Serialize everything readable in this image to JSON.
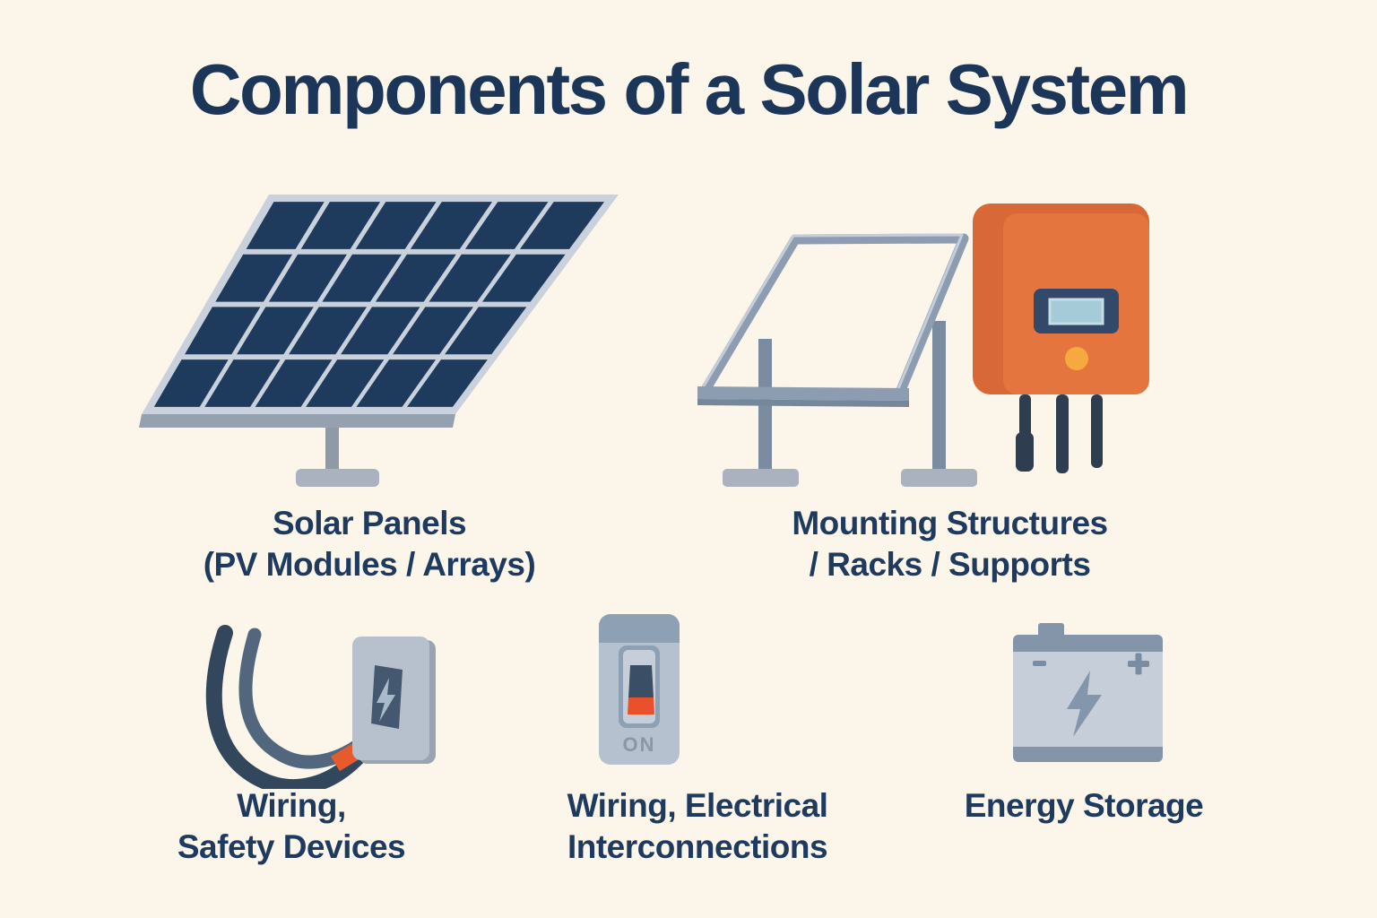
{
  "title": "Components of a Solar System",
  "colors": {
    "background": "#FBF5EA",
    "text_navy": "#1E3A5F",
    "title_navy": "#1C3659",
    "panel_cell_navy": "#1E3A5C",
    "panel_frame_gray": "#C9D1DC",
    "panel_edge_shadow": "#96A1B0",
    "pole_gray": "#8F9AA9",
    "foot_gray": "#A9B2BE",
    "rack_metal_gray": "#8C9DB2",
    "rack_metal_light": "#C5CDD9",
    "rack_metal_dark": "#76869B",
    "leg_gray": "#7B8CA1",
    "inverter_orange": "#E5753F",
    "inverter_orange_dark": "#D96838",
    "screen_bezel_navy": "#33496A",
    "screen_blue": "#A5CBD9",
    "indicator_yellow": "#F6A93E",
    "inverter_cable_navy": "#2E3E50",
    "cable_navy": "#33475C",
    "cable_slate": "#52677D",
    "accent_orange_band": "#E55B2D",
    "plate_gray": "#B7C1CE",
    "plate_side_gray": "#99A4B3",
    "outlet_panel_slate": "#44596F",
    "bolt_light": "#A9BACA",
    "breaker_body": "#B6C1CF",
    "breaker_top_band": "#8DA0B4",
    "toggle_navy": "#3A4F66",
    "toggle_orange": "#E8512B",
    "on_text_gray": "#8A97A7",
    "battery_body": "#C6CEDA",
    "battery_band": "#8495AA",
    "battery_symbol_gray": "#7A8CA2",
    "battery_bolt_gray": "#8496AB"
  },
  "components": [
    {
      "name": "solar-panels",
      "icon": "solar-panel-icon",
      "label_lines": [
        "Solar Panels",
        "(PV Modules / Arrays)"
      ]
    },
    {
      "name": "mounting-structures",
      "icon": "mounting-rack-inverter-icon",
      "label_lines": [
        "Mounting Structures",
        "/ Racks / Supports"
      ]
    },
    {
      "name": "wiring-safety-devices",
      "icon": "wiring-outlet-icon",
      "label_lines": [
        "Wiring,",
        "Safety Devices"
      ]
    },
    {
      "name": "wiring-electrical-interconnections",
      "icon": "breaker-switch-icon",
      "label_lines": [
        "Wiring, Electrical",
        "Interconnections"
      ],
      "switch_state_label": "ON"
    },
    {
      "name": "energy-storage",
      "icon": "battery-icon",
      "label_lines": [
        "Energy Storage"
      ]
    }
  ]
}
